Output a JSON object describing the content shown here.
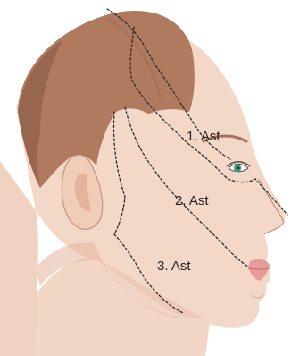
{
  "labels": {
    "branch_1": "1. Ast",
    "branch_2": "2. Ast",
    "branch_3": "3. Ast"
  },
  "colors": {
    "skin": "#f3d8c8",
    "skin_shadow": "#e8bca6",
    "hair": "#b07a5e",
    "hair_dark": "#8e5e48",
    "eye": "#3aa58a",
    "lips": "#e99a9a",
    "dotted_line": "#2b2b2b"
  }
}
